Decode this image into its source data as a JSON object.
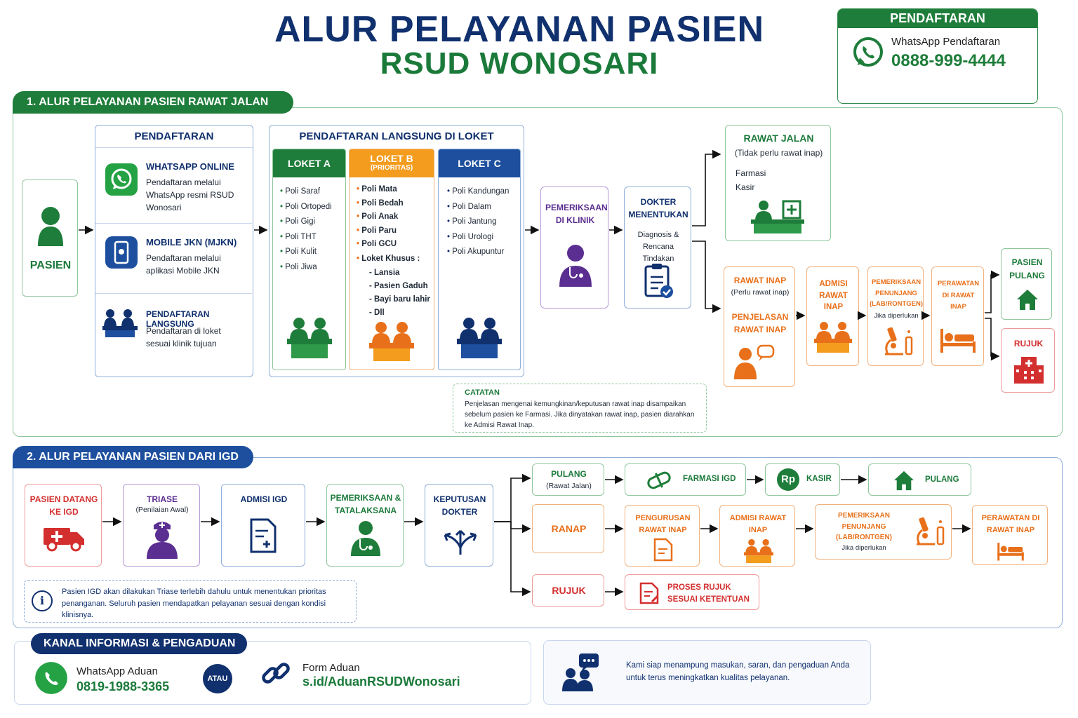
{
  "header": {
    "title": "ALUR PELAYANAN PASIEN",
    "subtitle": "RSUD WONOSARI",
    "reg_box": {
      "heading": "PENDAFTARAN",
      "label": "WhatsApp Pendaftaran",
      "phone": "0888-999-4444"
    }
  },
  "section1": {
    "tab": "1. ALUR PELAYANAN PASIEN RAWAT JALAN",
    "pasien": "PASIEN",
    "pendaftaran": {
      "title": "PENDAFTARAN",
      "options": [
        {
          "title": "WHATSAPP ONLINE",
          "desc": "Pendaftaran melalui WhatsApp resmi RSUD Wonosari",
          "icon": "whatsapp-icon"
        },
        {
          "title": "MOBILE JKN (MJKN)",
          "desc": "Pendaftaran melalui aplikasi Mobile JKN",
          "icon": "mobile-phone-icon"
        },
        {
          "title": "PENDAFTARAN LANGSUNG",
          "desc": "Pendaftaran di loket sesuai klinik tujuan",
          "icon": "registration-desk-icon"
        }
      ]
    },
    "loket": {
      "title": "PENDAFTARAN LANGSUNG DI LOKET",
      "a": {
        "title": "LOKET A",
        "items": [
          "Poli Saraf",
          "Poli Ortopedi",
          "Poli Gigi",
          "Poli THT",
          "Poli Kulit",
          "Poli Jiwa"
        ]
      },
      "b": {
        "title": "LOKET B",
        "sub": "(PRIORITAS)",
        "items": [
          "Poli Mata",
          "Poli Bedah",
          "Poli Anak",
          "Poli Paru",
          "Poli GCU",
          "Loket Khusus :"
        ],
        "subitems": [
          "- Lansia",
          "- Pasien Gaduh",
          "- Bayi baru lahir",
          "- Dll"
        ]
      },
      "c": {
        "title": "LOKET C",
        "items": [
          "Poli Kandungan",
          "Poli Dalam",
          "Poli Jantung",
          "Poli Urologi",
          "Poli Akupuntur"
        ]
      }
    },
    "pemeriksaan": "PEMERIKSAAN DI KLINIK",
    "dokter": {
      "title": "DOKTER MENENTUKAN",
      "desc": "Diagnosis & Rencana Tindakan"
    },
    "rawat_jalan": {
      "title": "RAWAT JALAN",
      "sub": "(Tidak perlu rawat inap)",
      "items": [
        "Farmasi",
        "Kasir"
      ]
    },
    "rawat_inap": {
      "title": "RAWAT INAP",
      "sub": "(Perlu rawat inap)",
      "title2": "PENJELASAN RAWAT INAP"
    },
    "admisi": "ADMISI RAWAT INAP",
    "penunjang": {
      "title": "PEMERIKSAAN PENUNJANG (LAB/RONTGEN)",
      "sub": "Jika diperlukan"
    },
    "perawatan": "PERAWATAN DI RAWAT INAP",
    "pulang": "PASIEN PULANG",
    "rujuk": "RUJUK",
    "catatan": {
      "title": "CATATAN",
      "text": "Penjelasan mengenai kemungkinan/keputusan rawat inap disampaikan sebelum pasien ke Farmasi. Jika dinyatakan rawat inap, pasien diarahkan ke Admisi Rawat Inap."
    }
  },
  "section2": {
    "tab": "2. ALUR PELAYANAN PASIEN DARI IGD",
    "datang": "PASIEN DATANG KE IGD",
    "triase": {
      "title": "TRIASE",
      "sub": "(Penilaian Awal)"
    },
    "admisi_igd": "ADMISI IGD",
    "tatalaksana": "PEMERIKSAAN & TATALAKSANA",
    "keputusan": "KEPUTUSAN DOKTER",
    "pulang": {
      "title": "PULANG",
      "sub": "(Rawat Jalan)"
    },
    "farmasi": "FARMASI IGD",
    "kasir": "KASIR",
    "kasir_icon": "Rp",
    "pulang_final": "PULANG",
    "ranap": "RANAP",
    "pengurusan": "PENGURUSAN RAWAT INAP",
    "admisi_ranap": "ADMISI RAWAT INAP",
    "penunjang": {
      "title": "PEMERIKSAAN PENUNJANG (LAB/RONTGEN)",
      "sub": "Jika diperlukan"
    },
    "perawatan": "PERAWATAN DI RAWAT INAP",
    "rujuk": "RUJUK",
    "proses_rujuk": "PROSES RUJUK SESUAI KETENTUAN",
    "info": "Pasien IGD akan dilakukan Triase terlebih dahulu untuk menentukan prioritas penanganan. Seluruh pasien mendapatkan pelayanan sesuai dengan kondisi klinisnya."
  },
  "section3": {
    "tab": "KANAL INFORMASI & PENGADUAN",
    "wa_label": "WhatsApp Aduan",
    "wa_phone": "0819-1988-3365",
    "atau": "ATAU",
    "form_label": "Form Aduan",
    "form_link": "s.id/AduanRSUDWonosari",
    "message": "Kami siap menampung masukan, saran, dan pengaduan Anda untuk terus meningkatkan kualitas pelayanan."
  },
  "colors": {
    "navy": "#10306e",
    "green": "#1b7a3a",
    "orange": "#e8701a",
    "red": "#d32f2f",
    "purple": "#5b2e91",
    "whatsapp": "#25a244"
  }
}
